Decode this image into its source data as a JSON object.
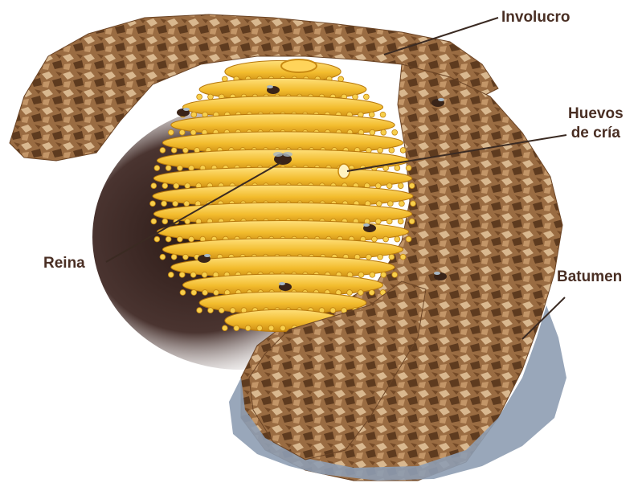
{
  "labels": {
    "involucro": "Involucro",
    "huevos_line1": "Huevos",
    "huevos_line2": "de cría",
    "reina": "Reina",
    "batumen": "Batumen"
  },
  "colors": {
    "label_text": "#4a2f24",
    "leader_line": "#3a2a22",
    "comb": "#f3c233",
    "comb_shadow": "#c98a12",
    "involucro_light": "#c9a37a",
    "involucro_dark": "#6b4425",
    "batumen": "#8e9db3",
    "cavity_shadow": "#3d2a22"
  }
}
